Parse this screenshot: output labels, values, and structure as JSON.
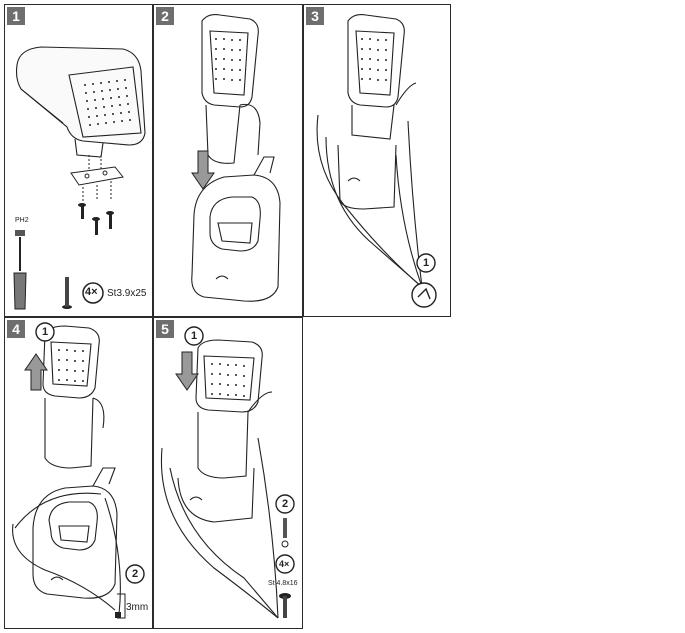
{
  "steps": [
    {
      "number": "1"
    },
    {
      "number": "2"
    },
    {
      "number": "3"
    },
    {
      "number": "4"
    },
    {
      "number": "5"
    }
  ],
  "step1": {
    "qty": "4×",
    "screw": "St3.9x25",
    "screwdriver_tip": "PH2"
  },
  "step3": {
    "callout": "1"
  },
  "step4": {
    "callout1": "1",
    "callout2": "2",
    "drill": "3mm"
  },
  "step5": {
    "callout1": "1",
    "callout2": "2",
    "qty": "4×",
    "screw": "St 4.8x16"
  }
}
